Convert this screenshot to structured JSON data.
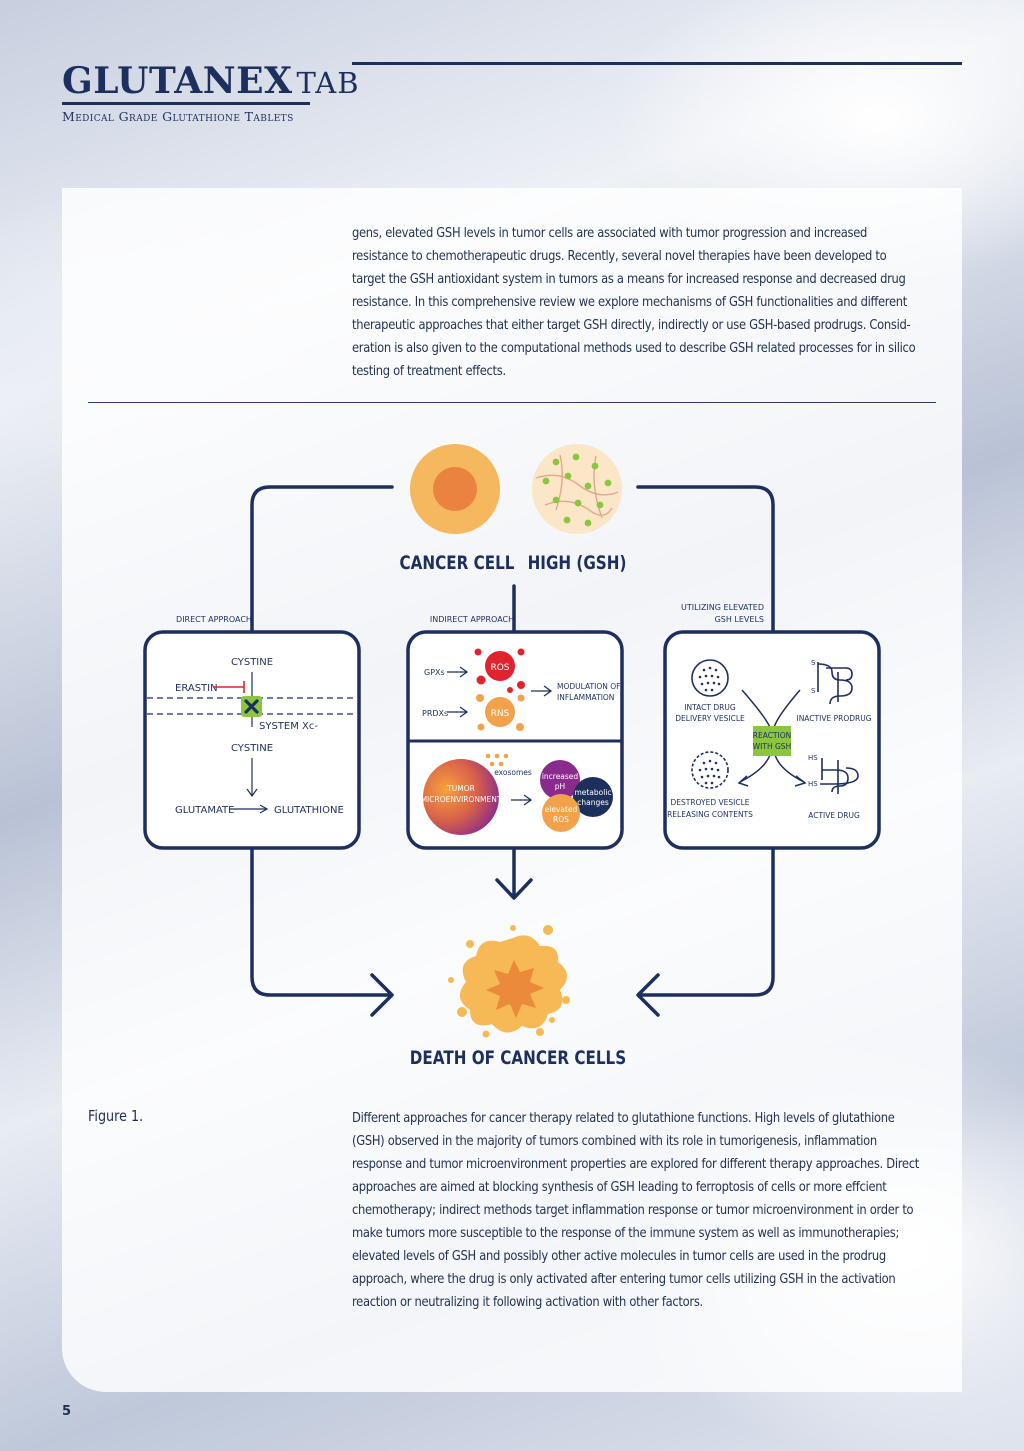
{
  "header": {
    "brand_main": "GLUTANEX",
    "brand_suffix": "TAB",
    "brand_sub": "Medical Grade Glutathione Tablets"
  },
  "intro_lines": [
    "gens, elevated GSH levels in tumor cells are associated with tumor progression and increased",
    "resistance to chemotherapeutic drugs. Recently, several novel therapies have been developed to",
    "target the GSH antioxidant system in tumors as a means for increased response and decreased drug",
    "resistance. In this comprehensive review we explore mechanisms of GSH functionalities and different",
    "therapeutic approaches that either target GSH directly, indirectly or use GSH-based prodrugs. Consid-",
    "eration is also given to the computational methods used to describe GSH related processes for in silico",
    "testing of treatment effects."
  ],
  "diagram": {
    "cancer_cell": "CANCER CELL",
    "high_gsh": "HIGH (GSH)",
    "direct_title": "DIRECT APPROACH",
    "indirect_title": "INDIRECT APPROACH",
    "utilizing_title_1": "UTILIZING ELEVATED",
    "utilizing_title_2": "GSH LEVELS",
    "cystine_top": "CYSTINE",
    "erastin": "ERASTIN",
    "system_xc": "SYSTEM Xc-",
    "cystine_bottom": "CYSTINE",
    "glutamate": "GLUTAMATE",
    "glutathione": "GLUTATHIONE",
    "gpxs": "GPXs",
    "prdxs": "PRDXs",
    "ros": "ROS",
    "rns": "RNS",
    "modulation_1": "MODULATION OF",
    "modulation_2": "INFLAMMATION",
    "exosomes": "exosomes",
    "tumor_1": "TUMOR",
    "tumor_2": "MICROENVIRONMENT",
    "increased_1": "increased",
    "increased_2": "pH",
    "metabolic_1": "metabolic",
    "metabolic_2": "changes",
    "elevated_1": "elevated",
    "elevated_2": "ROS",
    "intact_1": "INTACT DRUG",
    "intact_2": "DELIVERY VESICLE",
    "destroyed_1": "DESTROYED VESICLE",
    "destroyed_2": "RELEASING CONTENTS",
    "reaction_1": "REACTION",
    "reaction_2": "WITH GSH",
    "inactive_prodrug": "INACTIVE PRODRUG",
    "active_drug": "ACTIVE DRUG",
    "s_label": "S",
    "hs_label": "HS",
    "death": "DEATH OF CANCER CELLS"
  },
  "figure_label": "Figure 1.",
  "caption_lines": [
    "Different approaches for cancer therapy related to glutathione functions. High levels of glutathione",
    "(GSH) observed in the majority of tumors combined with its role in tumorigenesis, inflammation",
    "response and tumor microenvironment properties are explored for different therapy approaches. Direct",
    "approaches are aimed at blocking synthesis of GSH leading to ferroptosis of cells or more effcient",
    "chemotherapy; indirect methods target inflammation response or tumor microenvironment in order to",
    "make tumors more susceptible to the response of the immune system as well as immunotherapies;",
    "elevated levels of GSH and possibly other active molecules in tumor cells are used in the prodrug",
    "approach, where the drug is only activated after entering tumor cells utilizing GSH in the activation",
    "reaction or neutralizing it following activation with other factors."
  ],
  "page_number": "5",
  "colors": {
    "navy": "#1d2f5c",
    "orange": "#f2a24a",
    "red": "#e0242e",
    "green": "#8cc63f",
    "purple": "#7a2a8c"
  }
}
